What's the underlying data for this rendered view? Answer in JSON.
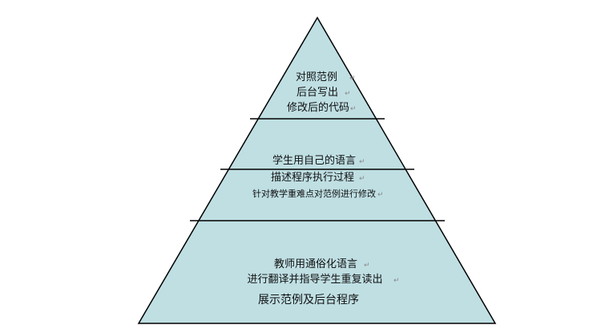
{
  "colors": {
    "fill": "#bfdfe3",
    "stroke": "#000000",
    "background": "#ffffff",
    "text": "#111111",
    "mark": "#8a8a8a"
  },
  "pyramid": {
    "tiers": [
      {
        "name": "top",
        "lines": [
          "对照范例",
          "后台写出",
          "修改后的代码"
        ]
      },
      {
        "name": "middle-upper",
        "lines": [
          "学生用自己的语言"
        ]
      },
      {
        "name": "middle-lower",
        "lines": [
          "描述程序执行过程",
          "针对教学重难点对范例进行修改"
        ]
      },
      {
        "name": "bottom",
        "lines": [
          "教师用通俗化语言",
          "进行翻译并指导学生重复读出",
          "展示范例及后台程序"
        ]
      }
    ],
    "paragraph_mark": "↵"
  }
}
